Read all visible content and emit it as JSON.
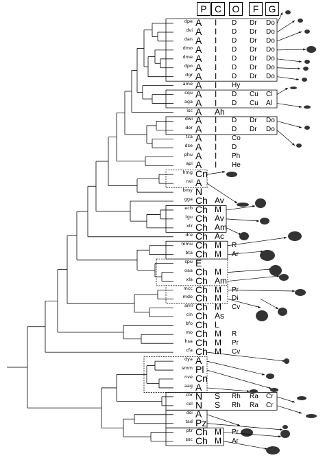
{
  "header": [
    "P",
    "C",
    "O",
    "F",
    "G"
  ],
  "rows": [
    {
      "tax": "dpe",
      "p": "A",
      "c": "I",
      "o": "D",
      "f": "Dr",
      "g": "Do"
    },
    {
      "tax": "dvi",
      "p": "A",
      "c": "I",
      "o": "D",
      "f": "Dr",
      "g": "Do"
    },
    {
      "tax": "dan",
      "p": "A",
      "c": "I",
      "o": "D",
      "f": "Dr",
      "g": "Do"
    },
    {
      "tax": "dmo",
      "p": "A",
      "c": "I",
      "o": "D",
      "f": "Dr",
      "g": "Do"
    },
    {
      "tax": "dme",
      "p": "A",
      "c": "I",
      "o": "D",
      "f": "Dr",
      "g": "Do"
    },
    {
      "tax": "dpo",
      "p": "A",
      "c": "I",
      "o": "D",
      "f": "Dr",
      "g": "Do"
    },
    {
      "tax": "dgr",
      "p": "A",
      "c": "I",
      "o": "D",
      "f": "Dr",
      "g": "Do"
    },
    {
      "tax": "ame",
      "p": "A",
      "c": "I",
      "o": "Hy",
      "f": "",
      "g": ""
    },
    {
      "tax": "cqu",
      "p": "A",
      "c": "I",
      "o": "D",
      "f": "Cu",
      "g": "Cl"
    },
    {
      "tax": "aga",
      "p": "A",
      "c": "I",
      "o": "D",
      "f": "Cu",
      "g": "Al"
    },
    {
      "tax": "isc",
      "p": "A",
      "c": "Ah",
      "o": "",
      "f": "",
      "g": ""
    },
    {
      "tax": "dwi",
      "p": "A",
      "c": "I",
      "o": "D",
      "f": "Dr",
      "g": "Do"
    },
    {
      "tax": "der",
      "p": "A",
      "c": "I",
      "o": "D",
      "f": "Dr",
      "g": "Do"
    },
    {
      "tax": "tca",
      "p": "A",
      "c": "I",
      "o": "Co",
      "f": "",
      "g": ""
    },
    {
      "tax": "dse",
      "p": "A",
      "c": "I",
      "o": "D",
      "f": "",
      "g": ""
    },
    {
      "tax": "phu",
      "p": "A",
      "c": "I",
      "o": "Ph",
      "f": "",
      "g": ""
    },
    {
      "tax": "api",
      "p": "A",
      "c": "I",
      "o": "He",
      "f": "",
      "g": ""
    },
    {
      "tax": "hmg",
      "p": "Cn",
      "c": "",
      "o": "",
      "f": "",
      "g": ""
    },
    {
      "tax": "nvi",
      "p": "A",
      "c": "",
      "o": "",
      "f": "",
      "g": ""
    },
    {
      "tax": "bmy",
      "p": "N",
      "c": "",
      "o": "",
      "f": "",
      "g": ""
    },
    {
      "tax": "gga",
      "p": "Ch",
      "c": "Av",
      "o": "",
      "f": "",
      "g": ""
    },
    {
      "tax": "ecb",
      "p": "Ch",
      "c": "M",
      "o": "",
      "f": "",
      "g": ""
    },
    {
      "tax": "tgu",
      "p": "Ch",
      "c": "Av",
      "o": "",
      "f": "",
      "g": ""
    },
    {
      "tax": "xtr",
      "p": "Ch",
      "c": "Am",
      "o": "",
      "f": "",
      "g": ""
    },
    {
      "tax": "dre",
      "p": "Ch",
      "c": "Ac",
      "o": "",
      "f": "",
      "g": ""
    },
    {
      "tax": "mmu",
      "p": "Ch",
      "c": "M",
      "o": "R",
      "f": "",
      "g": ""
    },
    {
      "tax": "bta",
      "p": "Ch",
      "c": "M",
      "o": "Ar",
      "f": "",
      "g": ""
    },
    {
      "tax": "spu",
      "p": "E",
      "c": "",
      "o": "",
      "f": "",
      "g": ""
    },
    {
      "tax": "oaa",
      "p": "Ch",
      "c": "M",
      "o": "",
      "f": "",
      "g": ""
    },
    {
      "tax": "xla",
      "p": "Ch",
      "c": "Am",
      "o": "",
      "f": "",
      "g": ""
    },
    {
      "tax": "mcc",
      "p": "Ch",
      "c": "M",
      "o": "Pr",
      "f": "",
      "g": ""
    },
    {
      "tax": "mdo",
      "p": "Ch",
      "c": "M",
      "o": "Di",
      "f": "",
      "g": ""
    },
    {
      "tax": "aml",
      "p": "Ch",
      "c": "M",
      "o": "Cv",
      "f": "",
      "g": ""
    },
    {
      "tax": "cin",
      "p": "Ch",
      "c": "As",
      "o": "",
      "f": "",
      "g": ""
    },
    {
      "tax": "bfo",
      "p": "Ch",
      "c": "L",
      "o": "",
      "f": "",
      "g": ""
    },
    {
      "tax": "mo",
      "p": "Ch",
      "c": "M",
      "o": "R",
      "f": "",
      "g": ""
    },
    {
      "tax": "hsa",
      "p": "Ch",
      "c": "M",
      "o": "Pr",
      "f": "",
      "g": ""
    },
    {
      "tax": "cfa",
      "p": "Ch",
      "c": "M",
      "o": "Cv",
      "f": "",
      "g": ""
    },
    {
      "tax": "dya",
      "p": "A",
      "c": "",
      "o": "",
      "f": "",
      "g": ""
    },
    {
      "tax": "smm",
      "p": "Pl",
      "c": "",
      "o": "",
      "f": "",
      "g": ""
    },
    {
      "tax": "nve",
      "p": "Cn",
      "c": "",
      "o": "",
      "f": "",
      "g": ""
    },
    {
      "tax": "aag",
      "p": "A",
      "c": "",
      "o": "",
      "f": "",
      "g": ""
    },
    {
      "tax": "cbr",
      "p": "N",
      "c": "S",
      "o": "Rh",
      "f": "Ra",
      "g": "Cr"
    },
    {
      "tax": "cel",
      "p": "N",
      "c": "S",
      "o": "Rh",
      "f": "Ra",
      "g": "Cr"
    },
    {
      "tax": "dsi",
      "p": "A",
      "c": "",
      "o": "",
      "f": "",
      "g": ""
    },
    {
      "tax": "tad",
      "p": "Pz",
      "c": "",
      "o": "",
      "f": "",
      "g": ""
    },
    {
      "tax": "ptr",
      "p": "Ch",
      "c": "M",
      "o": "Pr",
      "f": "",
      "g": ""
    },
    {
      "tax": "ssc",
      "p": "Ch",
      "c": "M",
      "o": "Ar",
      "f": "",
      "g": ""
    }
  ],
  "colors": {
    "line": "#000000",
    "background": "#ffffff",
    "icon": "#333333"
  }
}
